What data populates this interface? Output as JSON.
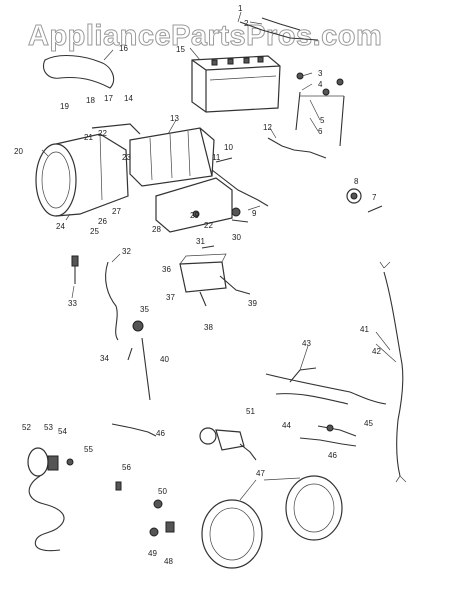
{
  "watermark": "AppliancePartsPros.com",
  "callouts": {
    "c1": "1",
    "c2": "2",
    "c3": "3",
    "c4": "4",
    "c5": "5",
    "c6": "6",
    "c7": "7",
    "c8": "8",
    "c9": "9",
    "c10": "10",
    "c11": "11",
    "c12": "12",
    "c13": "13",
    "c14": "14",
    "c15": "15",
    "c16": "16",
    "c17": "17",
    "c18": "18",
    "c19": "19",
    "c20": "20",
    "c21": "21",
    "c22": "22",
    "c23": "23",
    "c24": "24",
    "c25": "25",
    "c26": "26",
    "c27": "27",
    "c28": "28",
    "c29": "29",
    "c30": "30",
    "c31": "31",
    "c32": "32",
    "c33": "33",
    "c34": "34",
    "c35": "35",
    "c36": "36",
    "c37": "37",
    "c38": "38",
    "c39": "39",
    "c40": "40",
    "c41": "41",
    "c42": "42",
    "c43": "43",
    "c44": "44",
    "c45": "45",
    "c46a": "46",
    "c46b": "46",
    "c47": "47",
    "c48": "48",
    "c49": "49",
    "c50": "50",
    "c51": "51",
    "c52": "52",
    "c53": "53",
    "c54": "54",
    "c55": "55",
    "c56": "56"
  }
}
